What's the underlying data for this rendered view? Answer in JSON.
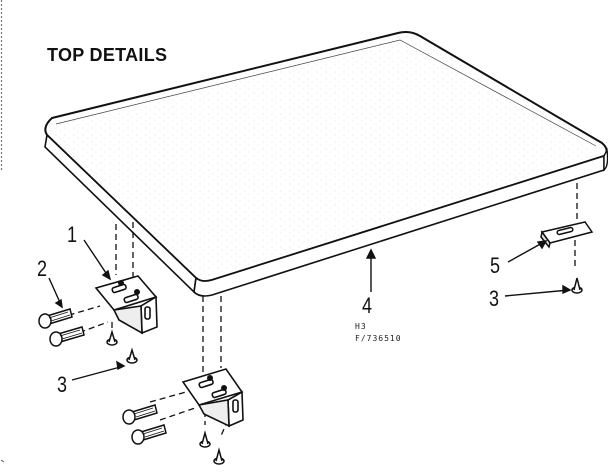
{
  "title": "TOP DETAILS",
  "callouts": {
    "bracket": "1",
    "bolt": "2",
    "screw_left": "3",
    "screw_right": "3",
    "top_panel": "4",
    "clip": "5"
  },
  "part_code": {
    "line1": "H3",
    "line2": "F/736510"
  }
}
